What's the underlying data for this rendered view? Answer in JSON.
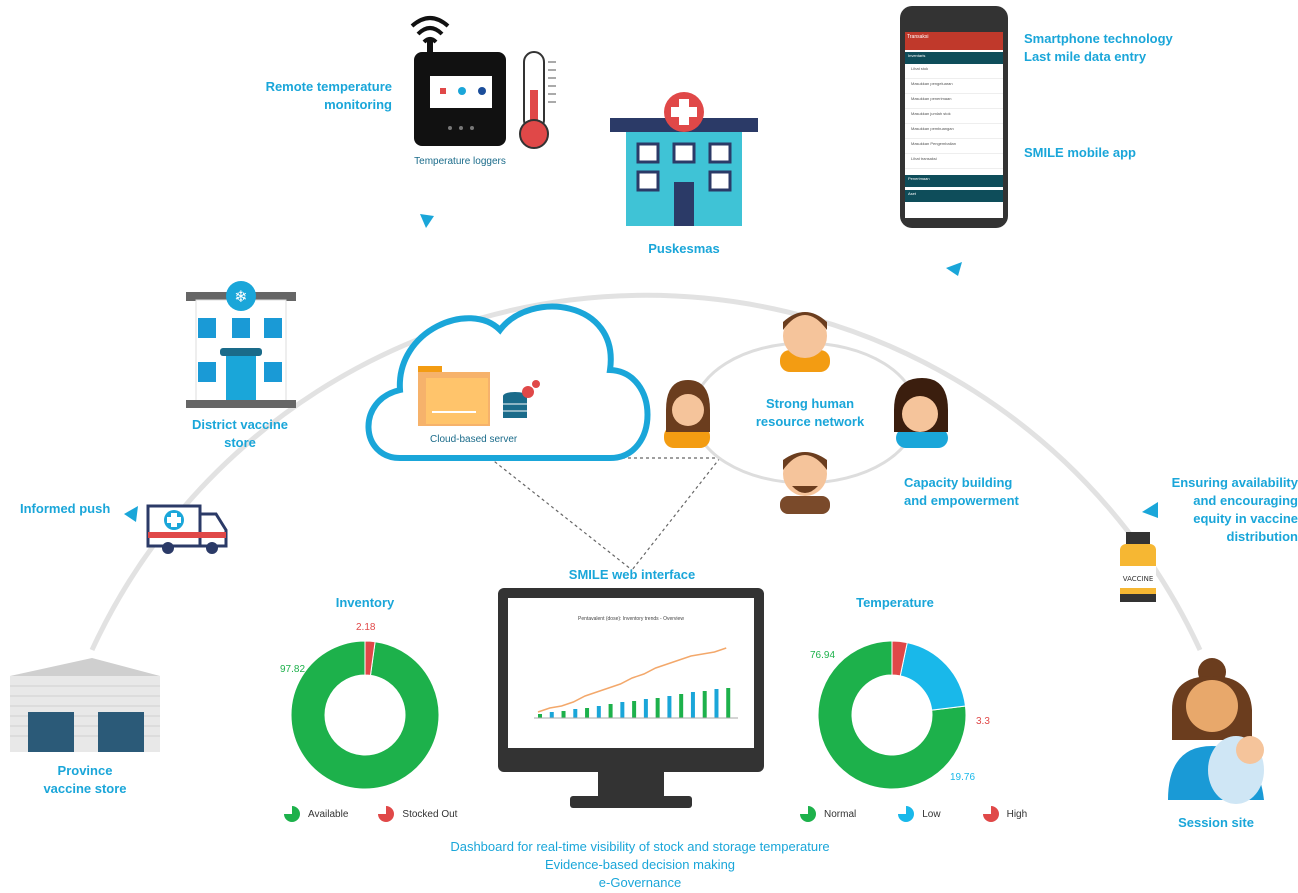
{
  "labels": {
    "remote_temp": "Remote temperature monitoring",
    "temp_loggers": "Temperature loggers",
    "puskesmas": "Puskesmas",
    "smartphone_l1": "Smartphone technology",
    "smartphone_l2": "Last mile data entry",
    "smile_app": "SMILE mobile app",
    "district_l1": "District vaccine",
    "district_l2": "store",
    "informed_push": "Informed push",
    "cloud": "Cloud-based server",
    "hr_l1": "Strong human",
    "hr_l2": "resource network",
    "capacity_l1": "Capacity building",
    "capacity_l2": "and empowerment",
    "ensuring_l1": "Ensuring availability",
    "ensuring_l2": "and encouraging",
    "ensuring_l3": "equity in vaccine",
    "ensuring_l4": "distribution",
    "web": "SMILE web interface",
    "province_l1": "Province",
    "province_l2": "vaccine store",
    "session": "Session site",
    "vial": "VACCINE",
    "dash_l1": "Dashboard for real-time visibility of stock and storage temperature",
    "dash_l2": "Evidence-based decision making",
    "dash_l3": "e-Governance",
    "screen_title": "Pentavalent (dose): Inventory trends - Overview"
  },
  "phone": {
    "app_title": "Transaksi",
    "sections": [
      "Inventaris",
      "Penerimaan",
      "Aset"
    ],
    "items": [
      "Lihat stok",
      "Masukkan pengeluaran",
      "Masukkan penerimaan",
      "Masukkan jumlah stok",
      "Masukkan pembuangan",
      "Masukkan Pengembalian",
      "Lihat transaksi"
    ]
  },
  "colors": {
    "accent": "#1aa6d9",
    "green": "#1db14b",
    "red": "#e04848",
    "cyan": "#19b8ea"
  },
  "chart_data": [
    {
      "type": "pie",
      "title": "Inventory",
      "categories": [
        "Available",
        "Stocked Out"
      ],
      "values": [
        97.82,
        2.18
      ],
      "colors": [
        "#1db14b",
        "#e04848"
      ]
    },
    {
      "type": "pie",
      "title": "Temperature",
      "categories": [
        "Normal",
        "Low",
        "High"
      ],
      "values": [
        76.94,
        19.76,
        3.3
      ],
      "colors": [
        "#1db14b",
        "#19b8ea",
        "#e04848"
      ]
    }
  ]
}
